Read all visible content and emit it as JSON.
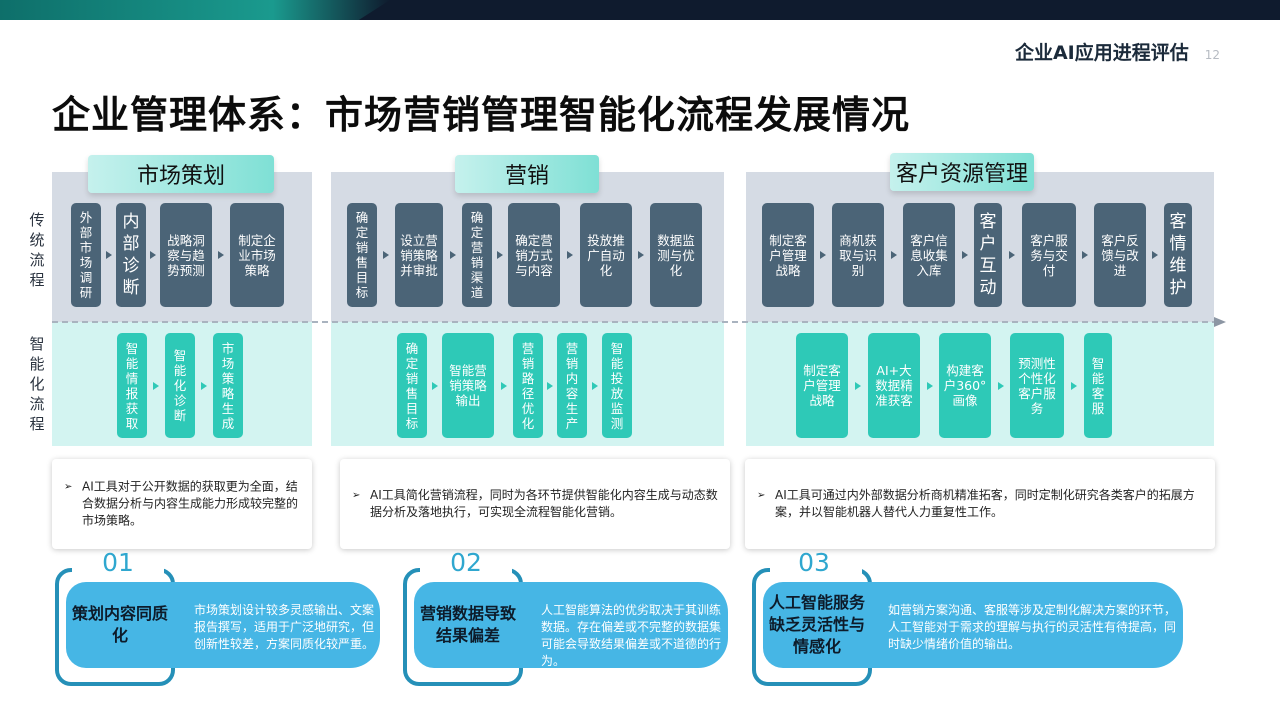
{
  "header": {
    "title": "企业AI应用进程评估",
    "page_number": "12"
  },
  "main_title": "企业管理体系：市场营销管理智能化流程发展情况",
  "row_labels": {
    "traditional": "传统流程",
    "intelligent": "智能化流程"
  },
  "sections": [
    {
      "title": "市场策划",
      "traditional": [
        "外部市场调研",
        "内部诊断",
        "战略洞察与趋势预测",
        "制定企业市场策略"
      ],
      "intelligent": [
        "智能情报获取",
        "智能化诊断",
        "市场策略生成"
      ],
      "description": "AI工具对于公开数据的获取更为全面，结合数据分析与内容生成能力形成较完整的市场策略。",
      "number": "01",
      "issue_title": "策划内容同质化",
      "issue_text": "市场策划设计较多灵感输出、文案报告撰写，适用于广泛地研究，但创新性较差，方案同质化较严重。"
    },
    {
      "title": "营销",
      "traditional": [
        "确定销售目标",
        "设立营销策略并审批",
        "确定营销渠道",
        "确定营销方式与内容",
        "投放推广自动化",
        "数据监测与优化"
      ],
      "intelligent": [
        "确定销售目标",
        "智能营销策略输出",
        "营销路径优化",
        "营销内容生产",
        "智能投放监测"
      ],
      "description": "AI工具简化营销流程，同时为各环节提供智能化内容生成与动态数据分析及落地执行，可实现全流程智能化营销。",
      "number": "02",
      "issue_title": "营销数据导致结果偏差",
      "issue_text": "人工智能算法的优劣取决于其训练数据。存在偏差或不完整的数据集可能会导致结果偏差或不道德的行为。"
    },
    {
      "title": "客户资源管理",
      "traditional": [
        "制定客户管理战略",
        "商机获取与识别",
        "客户信息收集入库",
        "客户互动",
        "客户服务与交付",
        "客户反馈与改进",
        "客情维护"
      ],
      "intelligent": [
        "制定客户管理战略",
        "AI+大数据精准获客",
        "构建客户360°画像",
        "预测性个性化客户服务",
        "智能客服"
      ],
      "description": "AI工具可通过内外部数据分析商机精准拓客，同时定制化研究各类客户的拓展方案，并以智能机器人替代人力重复性工作。",
      "number": "03",
      "issue_title": "人工智能服务缺乏灵活性与情感化",
      "issue_text": "如营销方案沟通、客服等涉及定制化解决方案的环节，人工智能对于需求的理解与执行的灵活性有待提高，同时缺少情绪价值的输出。"
    }
  ],
  "colors": {
    "traditional_box": "#4b6477",
    "intelligent_box": "#2ec9b7",
    "pill": "#46b6e5",
    "number": "#2fa7cf"
  }
}
